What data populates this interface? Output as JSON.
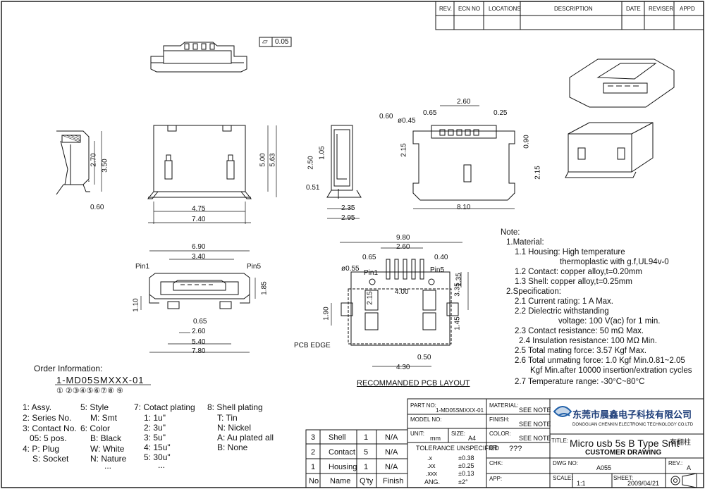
{
  "rev_table": {
    "headers": [
      "REV.",
      "ECN NO",
      "LOCATIONS",
      "DESCRIPTION",
      "DATE",
      "REVISER",
      "APPD"
    ]
  },
  "flatness": {
    "symbol": "▱",
    "value": "0.05"
  },
  "dims": {
    "left_side": {
      "d1": "2.70",
      "d2": "3.50",
      "d3": "0.60"
    },
    "front": {
      "d1": "5.00",
      "d2": "5.63",
      "d3": "4.75",
      "d4": "7.40"
    },
    "side2": {
      "d1": "0.60",
      "d2": "1.05",
      "d3": "2.50",
      "d4": "0.51",
      "d5": "2.35",
      "d6": "2.95"
    },
    "top_right": {
      "d1": "2.60",
      "d2": "0.65",
      "d3": "0.25",
      "d4": "ø0.45",
      "d5": "2.15",
      "d6": "0.90",
      "d7": "2.15",
      "d8": "8.10"
    },
    "bottom_front": {
      "d1": "6.90",
      "d2": "3.40",
      "pin1": "Pin1",
      "pin5": "Pin5",
      "d3": "1.85",
      "d4": "1.10",
      "d5": "0.65",
      "d6": "2.60",
      "d7": "5.40",
      "d8": "7.80"
    },
    "pcb": {
      "d1": "9.80",
      "d2": "2.60",
      "d3": "0.65",
      "d4": "0.40",
      "d5": "ø0.55",
      "pin1": "Pin1",
      "pin5": "Pin5",
      "d6": "1.35",
      "d7": "3.35",
      "d8": "4.00",
      "d9": "2.15",
      "d10": "1.90",
      "d11": "1.45",
      "d12": "0.50",
      "d13": "4.30",
      "edge": "PCB EDGE",
      "caption": "RECOMMANDED PCB LAYOUT"
    }
  },
  "notes": [
    "Note:",
    "1.Material:",
    "1.1 Housing: High temperature",
    "thermoplastic with g.f,UL94v-0",
    "1.2 Contact: copper alloy,t=0.20mm",
    "1.3 Shell: copper alloy,t=0.25mm",
    "2.Specification:",
    "2.1 Current rating: 1 A Max.",
    "2.2 Dielectric withstanding",
    "voltage: 100 V(ac) for 1 min.",
    "2.3 Contact resistance: 50 mΩ Max.",
    "2.4 Insulation resistance: 100 MΩ Min.",
    "2.5 Total mating force: 3.57 Kgf Max.",
    "2.6 Total unmating force: 1.0 Kgf Min.0.81~2.05",
    "Kgf Min.after 10000 insertion/extration cycles",
    "2.7 Temperature range: -30°C~80°C"
  ],
  "order": {
    "title": "Order Information:",
    "code": "1-MD05SMXXX-01",
    "markers": "① ②③④⑤⑥⑦⑧ ⑨",
    "col1": [
      "1: Assy.",
      "2: Series No.",
      "3: Contact No.",
      "05: 5 pos.",
      "4: P: Plug",
      "S: Socket"
    ],
    "col2": [
      "5: Style",
      "M: Smt",
      "6: Color",
      "B: Black",
      "W: White",
      "N: Nature",
      "..."
    ],
    "col3": [
      "7: Cotact plating",
      "1: 1u\"",
      "2: 3u\"",
      "3: 5u\"",
      "4: 15u\"",
      "5: 30u\"",
      "..."
    ],
    "col4": [
      "8: Shell plating",
      "T: Tin",
      "N: Nickel",
      "A: Au plated all",
      "B: None"
    ]
  },
  "bom": {
    "rows": [
      [
        "3",
        "Shell",
        "1",
        "N/A"
      ],
      [
        "2",
        "Contact",
        "5",
        "N/A"
      ],
      [
        "1",
        "Housing",
        "1",
        "N/A"
      ]
    ],
    "headers": [
      "No",
      "Name",
      "Q'ty",
      "Finish"
    ]
  },
  "titleblock": {
    "part_no_label": "PART NO:",
    "part_no": "1-MD05SMXXX-01",
    "material_label": "MATERIAL:",
    "material": "SEE NOTE",
    "model_no_label": "MODEL NO:",
    "finish_label": "FINISH:",
    "finish": "SEE NOTE",
    "unit_label": "UNIT:",
    "unit": "mm",
    "size_label": "SIZE:",
    "size": "A4",
    "color_label": "COLOR:",
    "color": "SEE NOTE",
    "tol_label": "TOLERANCE UNSPECIFIED",
    "tol": [
      [
        ".x",
        "±0.38"
      ],
      [
        ".xx",
        "±0.25"
      ],
      [
        ".xxx",
        "±0.13"
      ],
      [
        "ANG.",
        "±2°"
      ]
    ],
    "dr_label": "DR:",
    "dr": "???",
    "chk_label": "CHK:",
    "app_label": "APP:",
    "company_cn": "东莞市晨鑫电子科技有限公司",
    "company_en": "DONGGUAN CHENKIN ELECTRONIC TECHNOLOGY CO.LTD",
    "title_label": "TITLE:",
    "title": "Micro usb 5s B Type Smt",
    "title_suffix": "有翻柱",
    "customer": "CUSTOMER DRAWING",
    "dwg_label": "DWG NO:",
    "dwg": "A055",
    "rev_label": "REV.:",
    "rev": "A",
    "scale_label": "SCALE:",
    "scale": "1:1",
    "sheet_label": "SHEET:",
    "sheet": "2009/04/21"
  },
  "colors": {
    "line": "#111111",
    "logo_blue": "#1f5fa8"
  }
}
